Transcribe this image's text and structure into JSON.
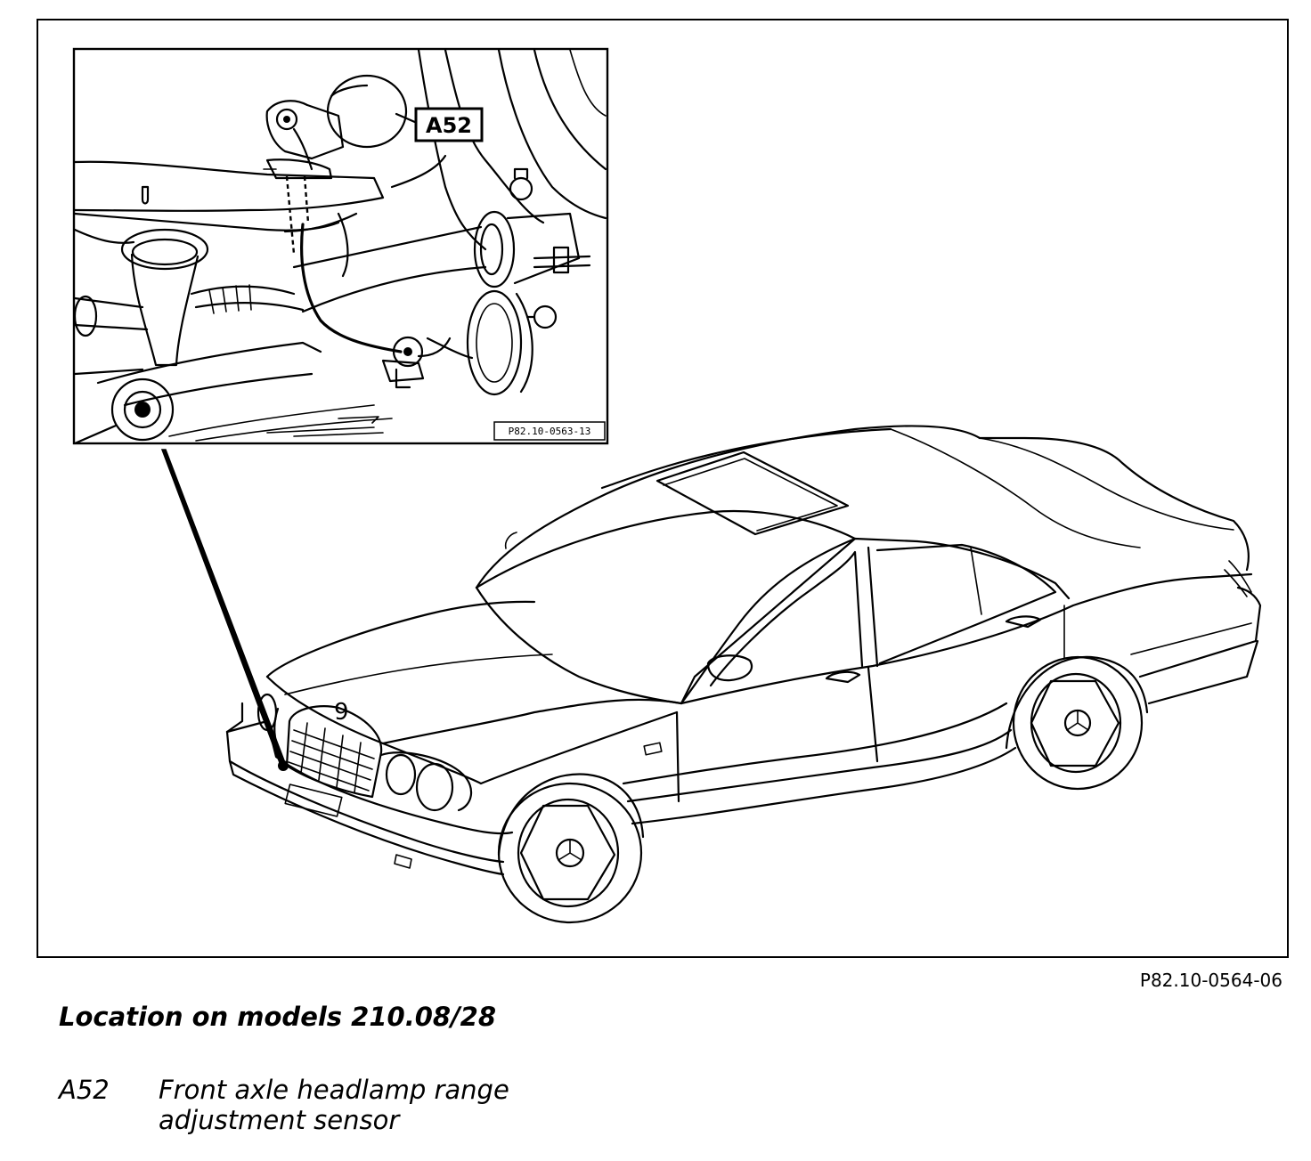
{
  "figure": {
    "code": "P82.10-0564-06",
    "inset_code": "P82.10-0563-13",
    "callout_label": "A52"
  },
  "caption": {
    "title": "Location on models 210.08/28"
  },
  "legend": [
    {
      "code": "A52",
      "description_lines": [
        "Front axle headlamp range",
        "adjustment sensor"
      ]
    }
  ]
}
